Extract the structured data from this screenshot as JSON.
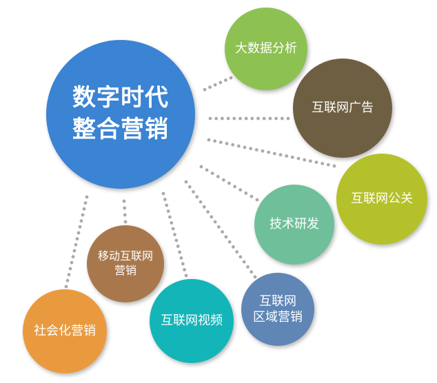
{
  "center": {
    "line1": "数字时代",
    "line2": "整合营销",
    "color": "#3b83d3"
  },
  "nodes": [
    {
      "id": "big-data",
      "lines": [
        "大数据分析"
      ],
      "color": "#8dc152"
    },
    {
      "id": "internet-ads",
      "lines": [
        "互联网广告"
      ],
      "color": "#6e5f42"
    },
    {
      "id": "internet-pr",
      "lines": [
        "互联网公关"
      ],
      "color": "#b5c12a"
    },
    {
      "id": "tech-rd",
      "lines": [
        "技术研发"
      ],
      "color": "#6fc09a"
    },
    {
      "id": "regional-marketing",
      "lines": [
        "互联网",
        "区域营销"
      ],
      "color": "#5f86b5"
    },
    {
      "id": "internet-video",
      "lines": [
        "互联网视频"
      ],
      "color": "#14b5b8"
    },
    {
      "id": "mobile-marketing",
      "lines": [
        "移动互联网",
        "营销"
      ],
      "color": "#a8784c"
    },
    {
      "id": "social-marketing",
      "lines": [
        "社会化营销"
      ],
      "color": "#ea9a3e"
    }
  ],
  "dot_color": "#aaaaaa"
}
